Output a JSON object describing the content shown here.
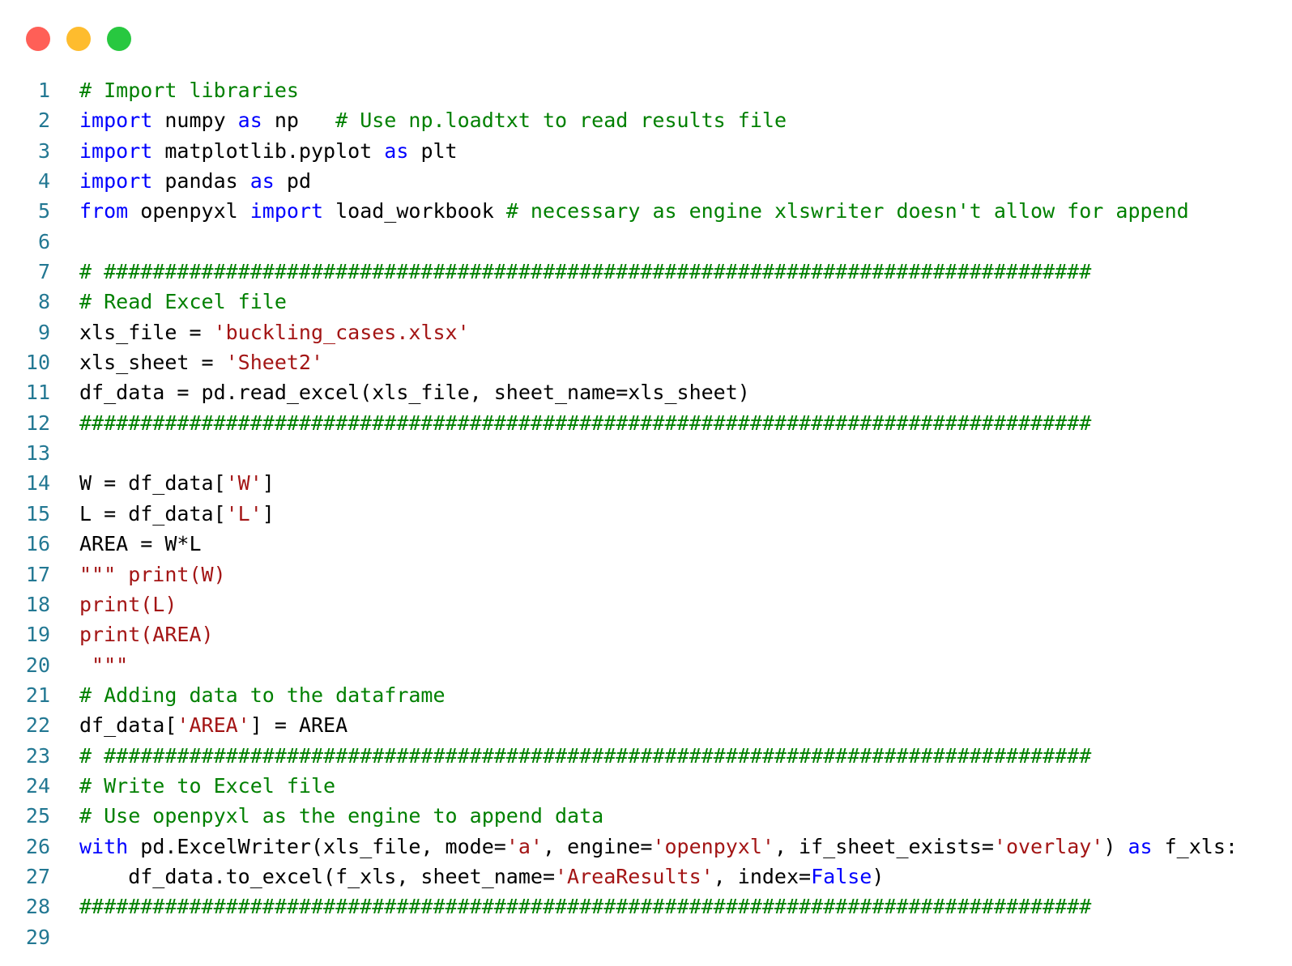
{
  "window": {
    "controls": [
      {
        "name": "close",
        "color": "#ff5f57"
      },
      {
        "name": "minimize",
        "color": "#febc2e"
      },
      {
        "name": "maximize",
        "color": "#28c840"
      }
    ]
  },
  "colors": {
    "line_number": "#237893",
    "keyword": "#0000ff",
    "comment": "#008000",
    "string": "#a31515",
    "plain": "#000000"
  },
  "code": {
    "lines": [
      {
        "n": "1",
        "tokens": [
          {
            "t": "comment",
            "v": "# Import libraries"
          }
        ]
      },
      {
        "n": "2",
        "tokens": [
          {
            "t": "kw",
            "v": "import"
          },
          {
            "t": "plain",
            "v": " numpy "
          },
          {
            "t": "kw",
            "v": "as"
          },
          {
            "t": "plain",
            "v": " np   "
          },
          {
            "t": "comment",
            "v": "# Use np.loadtxt to read results file"
          }
        ]
      },
      {
        "n": "3",
        "tokens": [
          {
            "t": "kw",
            "v": "import"
          },
          {
            "t": "plain",
            "v": " matplotlib.pyplot "
          },
          {
            "t": "kw",
            "v": "as"
          },
          {
            "t": "plain",
            "v": " plt"
          }
        ]
      },
      {
        "n": "4",
        "tokens": [
          {
            "t": "kw",
            "v": "import"
          },
          {
            "t": "plain",
            "v": " pandas "
          },
          {
            "t": "kw",
            "v": "as"
          },
          {
            "t": "plain",
            "v": " pd"
          }
        ]
      },
      {
        "n": "5",
        "tokens": [
          {
            "t": "kw",
            "v": "from"
          },
          {
            "t": "plain",
            "v": " openpyxl "
          },
          {
            "t": "kw",
            "v": "import"
          },
          {
            "t": "plain",
            "v": " load_workbook "
          },
          {
            "t": "comment",
            "v": "# necessary as engine xlswriter doesn't allow for append"
          }
        ]
      },
      {
        "n": "6",
        "tokens": []
      },
      {
        "n": "7",
        "tokens": [
          {
            "t": "comment",
            "v": "# #################################################################################"
          }
        ]
      },
      {
        "n": "8",
        "tokens": [
          {
            "t": "comment",
            "v": "# Read Excel file"
          }
        ]
      },
      {
        "n": "9",
        "tokens": [
          {
            "t": "plain",
            "v": "xls_file = "
          },
          {
            "t": "string",
            "v": "'buckling_cases.xlsx'"
          }
        ]
      },
      {
        "n": "10",
        "tokens": [
          {
            "t": "plain",
            "v": "xls_sheet = "
          },
          {
            "t": "string",
            "v": "'Sheet2'"
          }
        ]
      },
      {
        "n": "11",
        "tokens": [
          {
            "t": "plain",
            "v": "df_data = pd.read_excel(xls_file, sheet_name=xls_sheet)"
          }
        ]
      },
      {
        "n": "12",
        "tokens": [
          {
            "t": "comment",
            "v": "###################################################################################"
          }
        ]
      },
      {
        "n": "13",
        "tokens": []
      },
      {
        "n": "14",
        "tokens": [
          {
            "t": "plain",
            "v": "W = df_data["
          },
          {
            "t": "string",
            "v": "'W'"
          },
          {
            "t": "plain",
            "v": "]"
          }
        ]
      },
      {
        "n": "15",
        "tokens": [
          {
            "t": "plain",
            "v": "L = df_data["
          },
          {
            "t": "string",
            "v": "'L'"
          },
          {
            "t": "plain",
            "v": "]"
          }
        ]
      },
      {
        "n": "16",
        "tokens": [
          {
            "t": "plain",
            "v": "AREA = W*L"
          }
        ]
      },
      {
        "n": "17",
        "tokens": [
          {
            "t": "string",
            "v": "\"\"\" print(W)"
          }
        ]
      },
      {
        "n": "18",
        "tokens": [
          {
            "t": "string",
            "v": "print(L)"
          }
        ]
      },
      {
        "n": "19",
        "tokens": [
          {
            "t": "string",
            "v": "print(AREA)"
          }
        ]
      },
      {
        "n": "20",
        "tokens": [
          {
            "t": "string",
            "v": " \"\"\""
          }
        ]
      },
      {
        "n": "21",
        "tokens": [
          {
            "t": "comment",
            "v": "# Adding data to the dataframe"
          }
        ]
      },
      {
        "n": "22",
        "tokens": [
          {
            "t": "plain",
            "v": "df_data["
          },
          {
            "t": "string",
            "v": "'AREA'"
          },
          {
            "t": "plain",
            "v": "] = AREA"
          }
        ]
      },
      {
        "n": "23",
        "tokens": [
          {
            "t": "comment",
            "v": "# #################################################################################"
          }
        ]
      },
      {
        "n": "24",
        "tokens": [
          {
            "t": "comment",
            "v": "# Write to Excel file"
          }
        ]
      },
      {
        "n": "25",
        "tokens": [
          {
            "t": "comment",
            "v": "# Use openpyxl as the engine to append data"
          }
        ]
      },
      {
        "n": "26",
        "tokens": [
          {
            "t": "kw",
            "v": "with"
          },
          {
            "t": "plain",
            "v": " pd.ExcelWriter(xls_file, mode="
          },
          {
            "t": "string",
            "v": "'a'"
          },
          {
            "t": "plain",
            "v": ", engine="
          },
          {
            "t": "string",
            "v": "'openpyxl'"
          },
          {
            "t": "plain",
            "v": ", if_sheet_exists="
          },
          {
            "t": "string",
            "v": "'overlay'"
          },
          {
            "t": "plain",
            "v": ") "
          },
          {
            "t": "kw",
            "v": "as"
          },
          {
            "t": "plain",
            "v": " f_xls:"
          }
        ]
      },
      {
        "n": "27",
        "tokens": [
          {
            "t": "plain",
            "v": "    df_data.to_excel(f_xls, sheet_name="
          },
          {
            "t": "string",
            "v": "'AreaResults'"
          },
          {
            "t": "plain",
            "v": ", index="
          },
          {
            "t": "kw",
            "v": "False"
          },
          {
            "t": "plain",
            "v": ")"
          }
        ]
      },
      {
        "n": "28",
        "tokens": [
          {
            "t": "comment",
            "v": "###################################################################################"
          }
        ]
      },
      {
        "n": "29",
        "tokens": []
      }
    ]
  }
}
